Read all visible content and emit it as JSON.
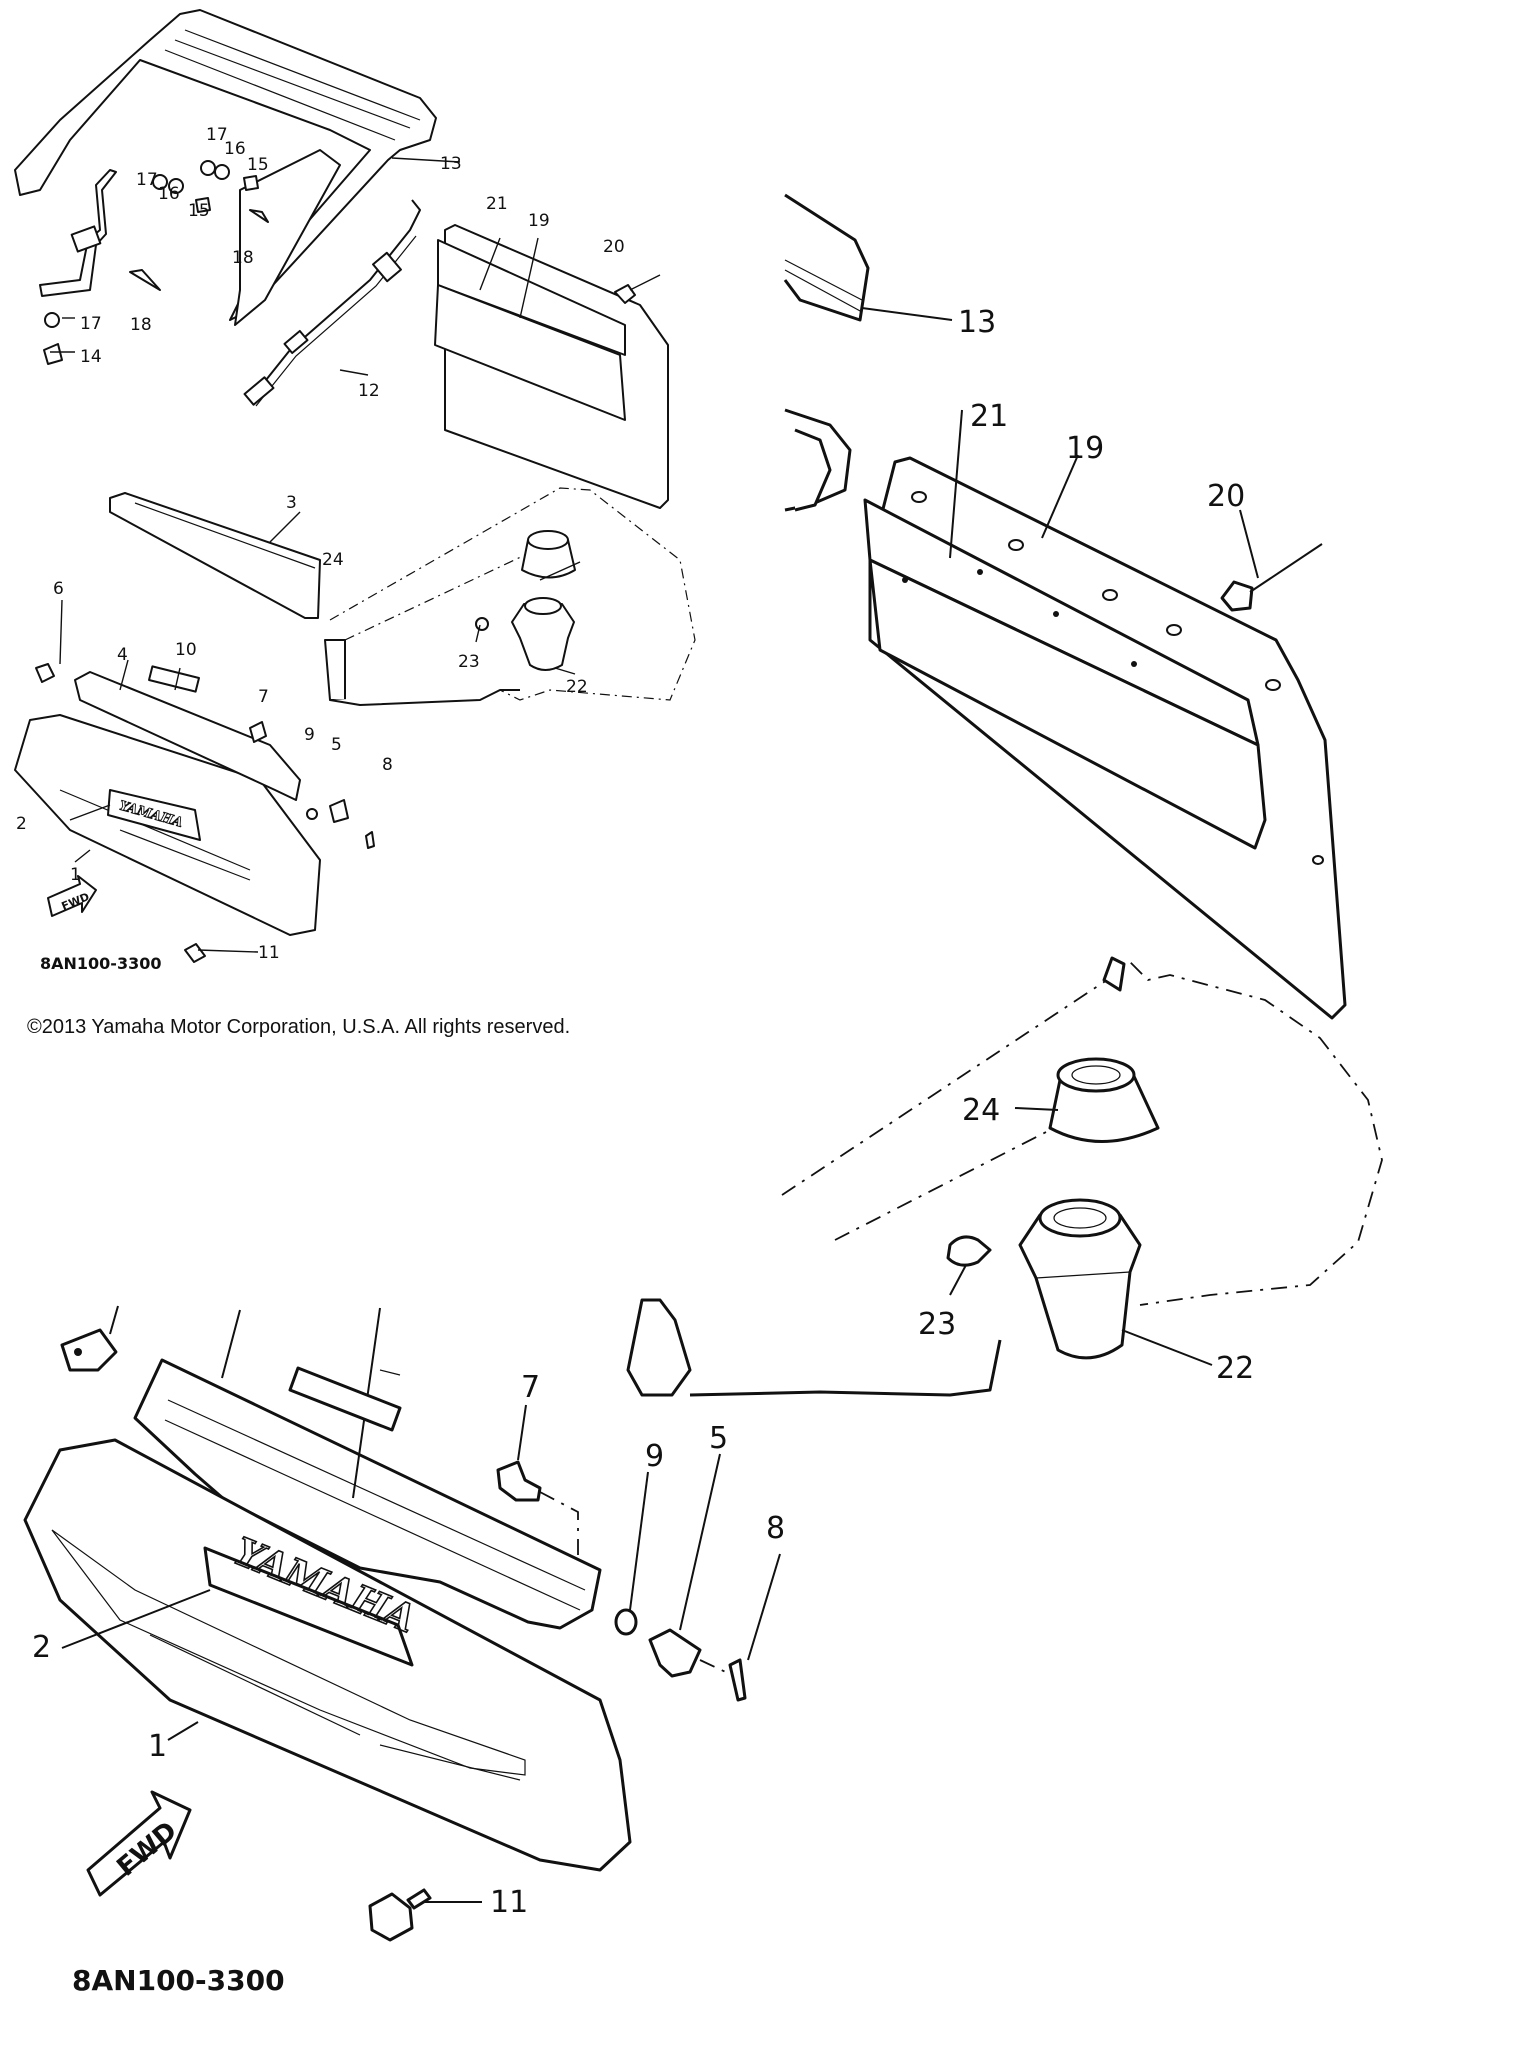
{
  "copyright": "©2013 Yamaha Motor Corporation, U.S.A. All rights reserved.",
  "diagram_code": "8AN100-3300",
  "brand_badge": "YAMAHA",
  "direction_arrow": "FWD",
  "callouts": {
    "c1": "1",
    "c2": "2",
    "c3": "3",
    "c4": "4",
    "c5": "5",
    "c6": "6",
    "c7": "7",
    "c8": "8",
    "c9": "9",
    "c10": "10",
    "c11": "11",
    "c12": "12",
    "c13": "13",
    "c14": "14",
    "c15": "15",
    "c16": "16",
    "c17": "17",
    "c18": "18",
    "c19": "19",
    "c20": "20",
    "c21": "21",
    "c22": "22",
    "c23": "23",
    "c24": "24"
  }
}
